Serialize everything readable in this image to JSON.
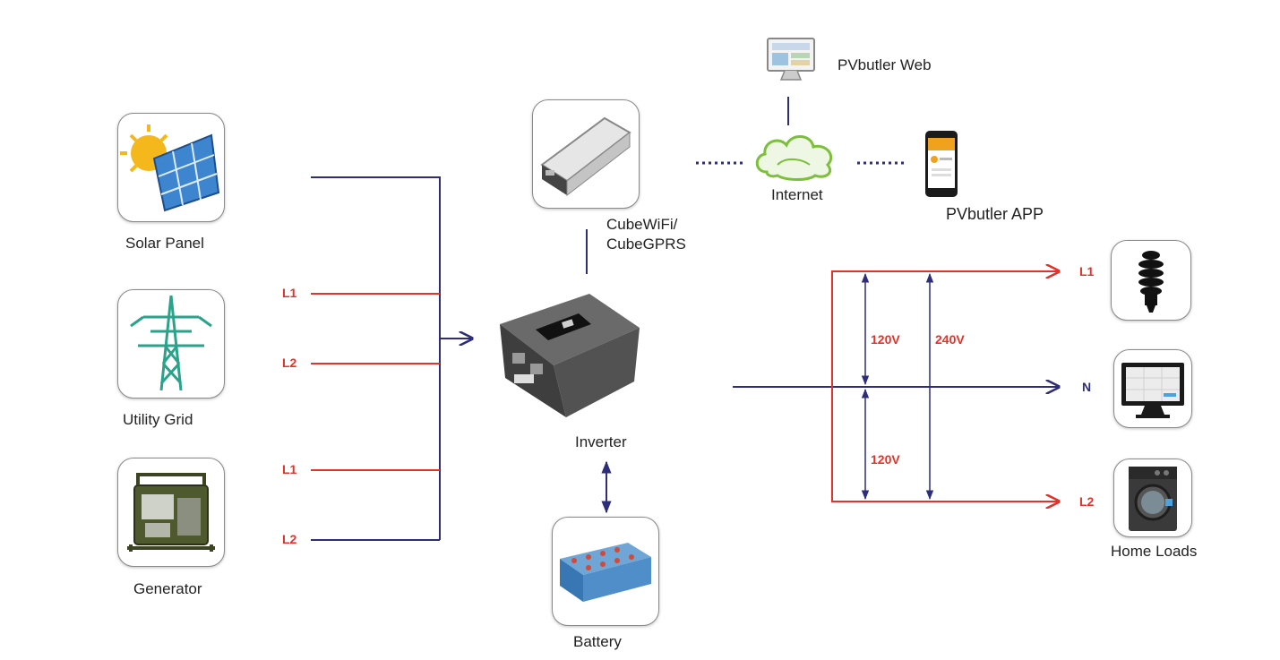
{
  "sources": {
    "solar": "Solar Panel",
    "grid": "Utility Grid",
    "generator": "Generator"
  },
  "devices": {
    "inverter": "Inverter",
    "battery": "Battery",
    "comm_module": "CubeWiFi/\nCubeGPRS",
    "internet": "Internet",
    "web": "PVbutler Web",
    "app": "PVbutler APP",
    "home_loads": "Home Loads"
  },
  "wire_labels": {
    "grid_l1": "L1",
    "grid_l2": "L2",
    "gen_l1": "L1",
    "gen_l2": "L2",
    "out_l1": "L1",
    "out_n": "N",
    "out_l2": "L2"
  },
  "voltages": {
    "upper": "120V",
    "lower": "120V",
    "total": "240V"
  },
  "colors": {
    "navy_wire": "#2e2d78",
    "red_wire": "#e0332a",
    "cloud": "#7bbf3a"
  },
  "icons": {
    "solar": "solar-panel-icon",
    "grid": "transmission-tower-icon",
    "generator": "generator-icon",
    "comm": "wifi-module-icon",
    "inverter": "inverter-icon",
    "battery": "battery-icon",
    "cloud": "cloud-icon",
    "web": "monitor-icon",
    "app": "smartphone-icon",
    "bulb": "light-bulb-icon",
    "tv": "tv-icon",
    "washer": "washing-machine-icon"
  }
}
